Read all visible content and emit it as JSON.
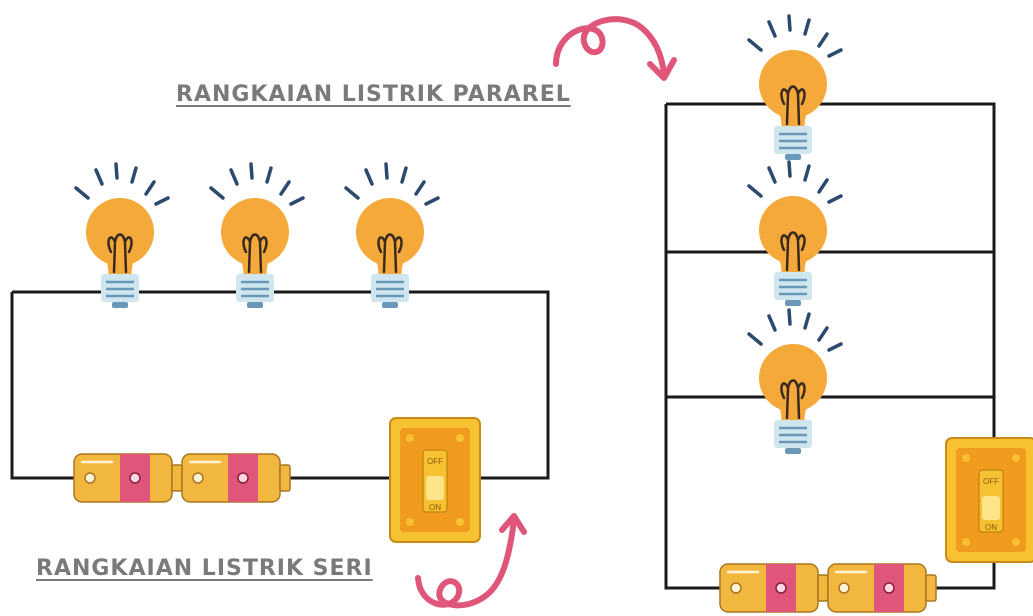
{
  "titles": {
    "parallel": "RANGKAIAN LISTRIK PARAREL",
    "series": "RANGKAIAN LISTRIK SERI"
  },
  "switch": {
    "off_label": "OFF",
    "on_label": "ON"
  },
  "colors": {
    "wire": "#1a1a1a",
    "bulb": "#f5a93b",
    "bulb_base": "#cfe6ee",
    "rays": "#2c4a6e",
    "battery_body": "#f2b73e",
    "battery_band": "#e0567a",
    "switch_plate": "#f7c232",
    "switch_face": "#f09a1e",
    "arrow": "#e0567a",
    "title": "#7a7a7a"
  },
  "icons": {
    "bulb": "light-bulb-icon",
    "battery": "battery-icon",
    "switch": "toggle-switch-icon",
    "arrow": "curly-arrow-icon"
  }
}
